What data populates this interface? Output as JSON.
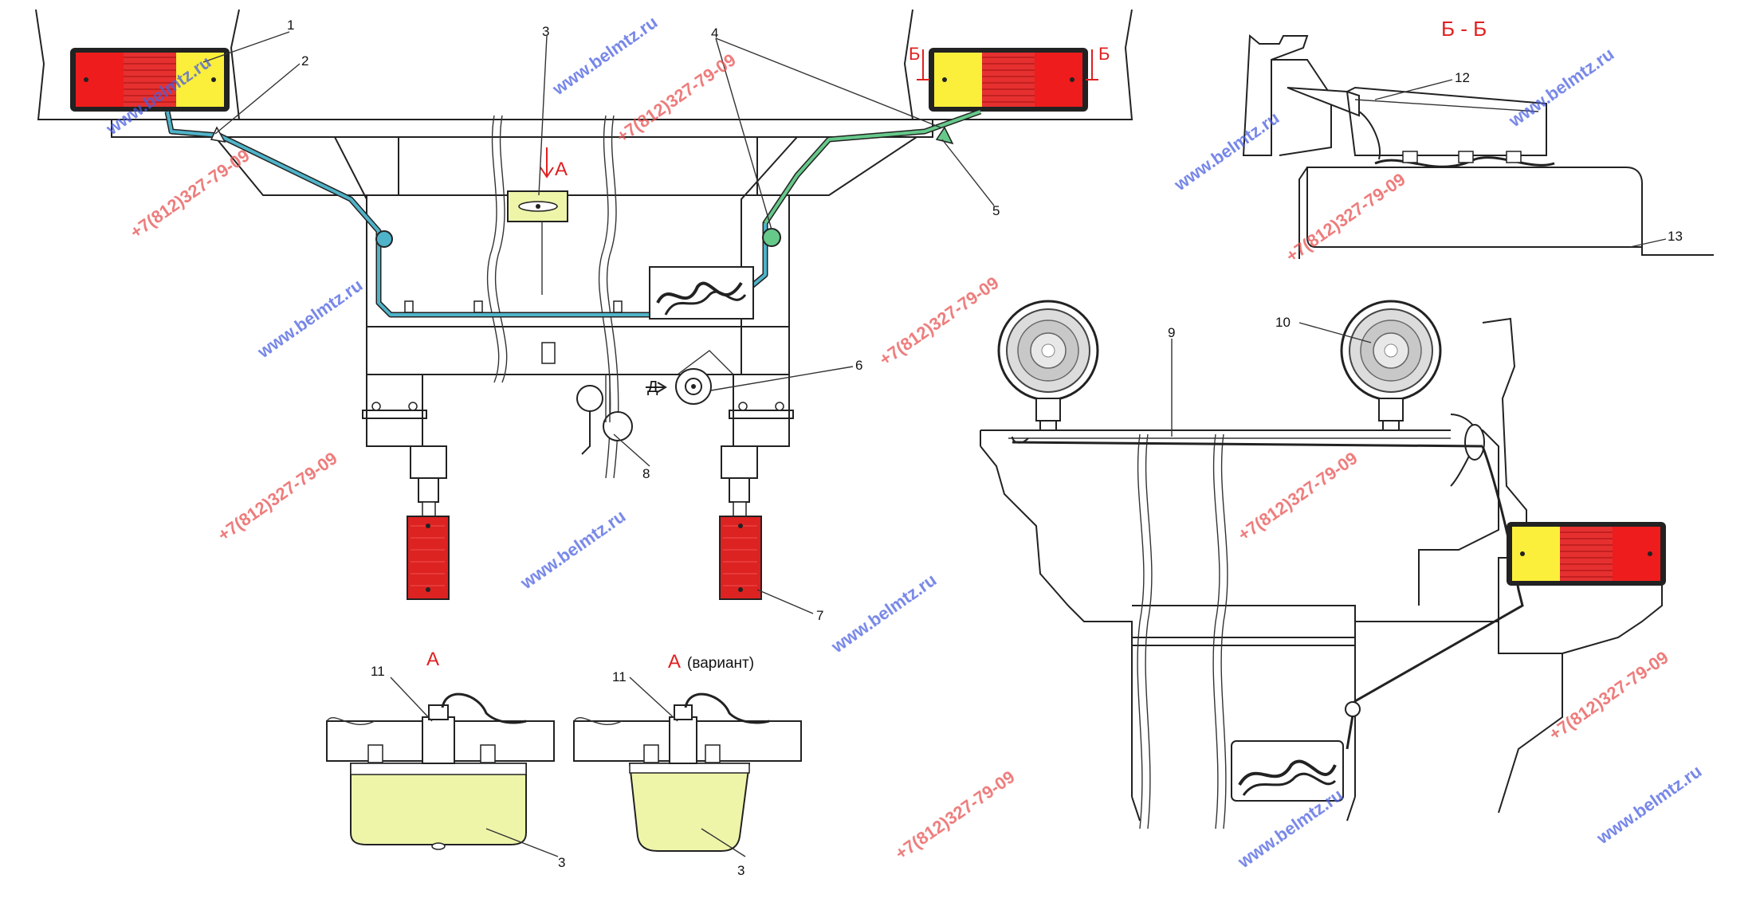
{
  "callouts": [
    "1",
    "2",
    "3",
    "4",
    "5",
    "6",
    "7",
    "8",
    "9",
    "10",
    "11",
    "12",
    "13"
  ],
  "view_labels": {
    "section_a": "А",
    "section_a_variant_letter": "А",
    "section_a_variant_text": "(вариант)",
    "section_bb": "Б - Б",
    "arrow_b_left": "Б",
    "arrow_b_right": "Б",
    "arrow_d": "Д"
  },
  "watermarks": {
    "site": "www.belmtz.ru",
    "phone": "+7(812)327-79-09"
  },
  "colors": {
    "lamp_red": "#ee1c1c",
    "lamp_yellow": "#fbef3b",
    "wire_blue": "#4fb3c9",
    "wire_green": "#66c98a",
    "plate_lamp": "#eef5a9",
    "reflector": "#dd2222",
    "label_red": "#e02020",
    "wm_blue": "#4a5fe0",
    "wm_red": "#e85050"
  }
}
